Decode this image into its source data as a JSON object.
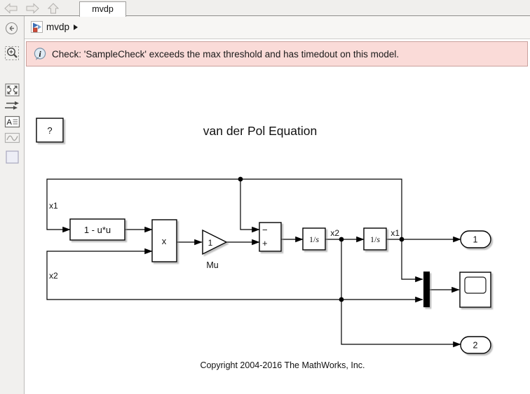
{
  "window": {
    "tab": "mvdp",
    "nav_icons": [
      "back-icon",
      "forward-icon",
      "up-icon"
    ]
  },
  "toolbar": {
    "breadcrumb_model": "mvdp",
    "icons": [
      "back-circle-icon",
      "simulink-model-icon",
      "breadcrumb-expand-icon"
    ]
  },
  "notification": {
    "icon": "info-icon",
    "text": "Check: 'SampleCheck' exceeds the max threshold and has timedout on this model."
  },
  "palette": {
    "icons": [
      "zoom-to-region-icon",
      "fit-to-view-icon",
      "signal-lines-icon",
      "annotation-icon",
      "image-capture-icon",
      "viewport-icon"
    ]
  },
  "diagram": {
    "title": "van der Pol Equation",
    "copyright": "Copyright 2004-2016 The MathWorks, Inc.",
    "blocks": {
      "help_label": "?",
      "fcn_label": "1 - u*u",
      "product_label": "x",
      "gain_value": "1",
      "gain_name": "Mu",
      "sum_minus": "−",
      "sum_plus": "+",
      "integrator_prefix": "1/",
      "integrator_s": "s",
      "outport1_label": "1",
      "outport2_label": "2"
    },
    "port_labels": {
      "x1_feedback": "x1",
      "x2_feedback": "x2",
      "x2_signal": "x2",
      "x1_signal": "x1"
    }
  }
}
